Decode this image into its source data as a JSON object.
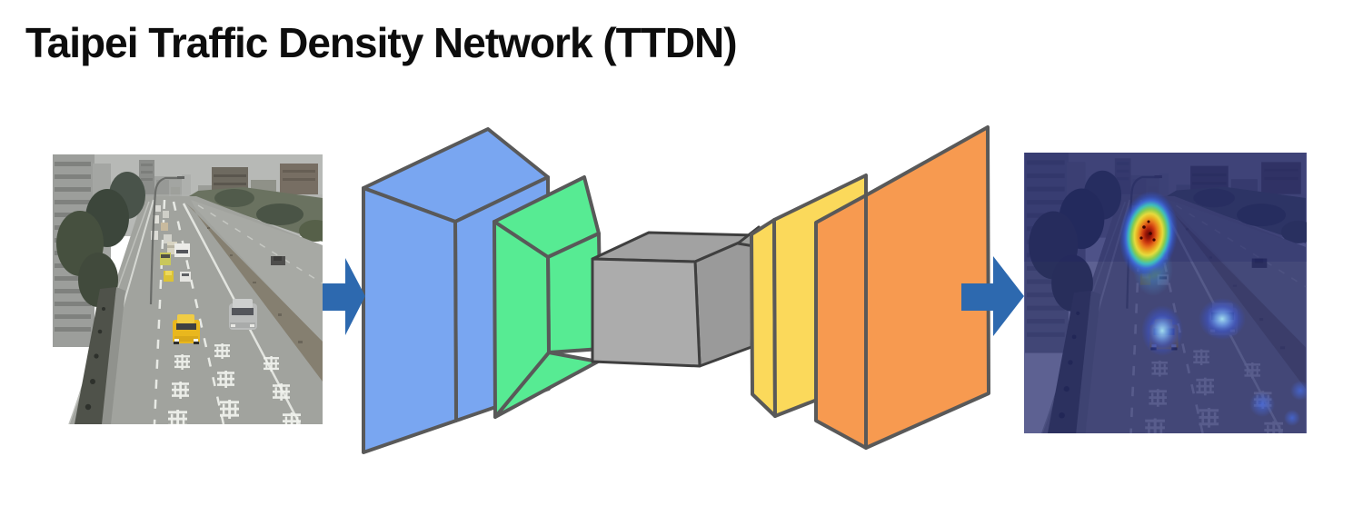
{
  "title": "Taipei Traffic Density Network (TTDN)",
  "network": {
    "arrow_color": "#2D69AF",
    "outline_color": "#595959",
    "arrows": [
      {
        "name": "input-to-network-arrow"
      },
      {
        "name": "network-to-output-arrow"
      }
    ],
    "blocks": [
      {
        "name": "encoder-conv-block-1",
        "color": "#79A6F1"
      },
      {
        "name": "encoder-conv-block-2",
        "color": "#57EB93"
      },
      {
        "name": "bottleneck-cube",
        "color_front": "#ACACAC",
        "color_top": "#A2A2A2",
        "color_side": "#9A9A9A"
      },
      {
        "name": "decoder-conv-block-1",
        "color": "#FBD95B"
      },
      {
        "name": "decoder-conv-block-2",
        "color": "#F79A50"
      }
    ]
  },
  "heatmap": {
    "overlay_color": "#1F2468",
    "core_color": "#6E0800",
    "hot_color": "#E64A12",
    "warm_color": "#F2B81F",
    "cool_color": "#8ED44A",
    "cold_color": "#3E6BD8"
  }
}
